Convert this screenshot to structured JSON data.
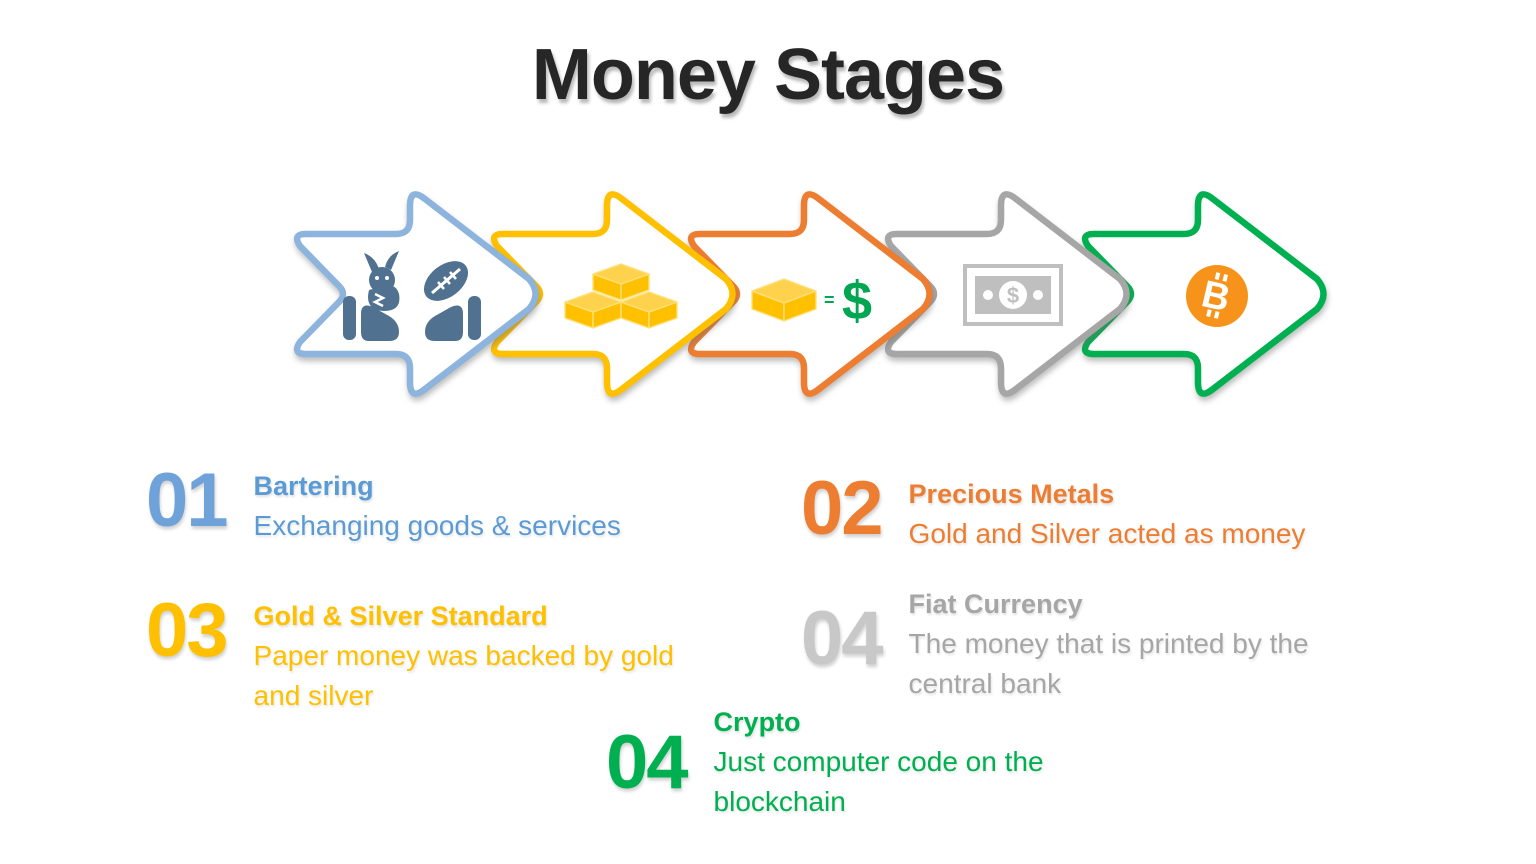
{
  "slide": {
    "title": "Money Stages",
    "title_color": "#262626",
    "background": "#FFFFFF"
  },
  "arrows": [
    {
      "icon": "barter-hands-icon",
      "color": "#8DB4DC",
      "icon_color": "#50718F"
    },
    {
      "icon": "gold-bars-icon",
      "color": "#FFC000",
      "gold": "#FFC000",
      "gold_top": "#FFD24D",
      "gold_edge": "#FFE07A"
    },
    {
      "icon": "gold-equals-dollar-icon",
      "color": "#ED7D31",
      "gold": "#FFC000",
      "gold_top": "#FFD24D",
      "gold_edge": "#FFE07A",
      "equals_label": "=",
      "dollar_label": "$",
      "dollar_color": "#00A651"
    },
    {
      "icon": "banknote-icon",
      "color": "#A6A6A6",
      "note_color": "#BFBFBF",
      "dollar_sign": "$"
    },
    {
      "icon": "bitcoin-icon",
      "color": "#00B050",
      "coin_color": "#F7931A",
      "symbol": "B"
    }
  ],
  "blocks": [
    {
      "number": "01",
      "heading": "Bartering",
      "body": "Exchanging goods & services",
      "number_color": "#6FA2D8",
      "text_color": "#5B9BD5"
    },
    {
      "number": "02",
      "heading": "Precious Metals",
      "body": "Gold and Silver acted as money",
      "number_color": "#ED7D31",
      "text_color": "#ED7D31"
    },
    {
      "number": "03",
      "heading": "Gold & Silver Standard",
      "body": "Paper money was backed by gold and silver",
      "number_color": "#FFC000",
      "text_color": "#FFC000"
    },
    {
      "number": "04",
      "heading": "Fiat Currency",
      "body": "The money that is printed by the central bank",
      "number_color": "#C8C8C8",
      "text_color": "#A6A6A6"
    },
    {
      "number": "04",
      "heading": "Crypto",
      "body": "Just computer code on the blockchain",
      "number_color": "#00B050",
      "text_color": "#00B050"
    }
  ]
}
